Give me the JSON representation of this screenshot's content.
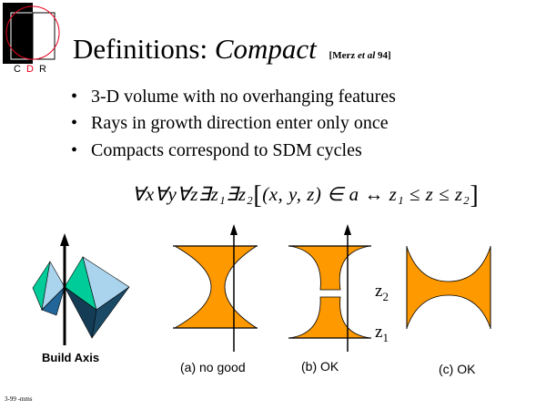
{
  "logo": {
    "letters": [
      "C",
      "D",
      "R"
    ]
  },
  "title": {
    "main": "Definitions:",
    "italic": "Compact",
    "cite_open": "[Merz ",
    "cite_italic": "et al",
    "cite_close": " 94]"
  },
  "bullets": [
    "3-D volume with no overhanging features",
    "Rays in growth direction enter only once",
    "Compacts correspond to SDM cycles"
  ],
  "bullet_glyph": "•",
  "formula": {
    "quantifiers": "∀x∀y∀z∃z₁∃z₂",
    "open": "[",
    "body": "(x, y, z) ∈ a ↔ z₁ ≤ z ≤ z₂",
    "close": "]"
  },
  "figures": {
    "build_axis": "Build Axis",
    "a": "(a) no good",
    "b": "(b) OK",
    "c": "(c) OK",
    "z2": "z",
    "z2_sub": "2",
    "z1": "z",
    "z1_sub": "1"
  },
  "colors": {
    "orange": "#ff9900",
    "logo_red": "#e8001c",
    "teal": "#00cc99",
    "light_blue": "#aad4ee",
    "dark_blue": "#143d55"
  },
  "footer": "3-99 -mms"
}
